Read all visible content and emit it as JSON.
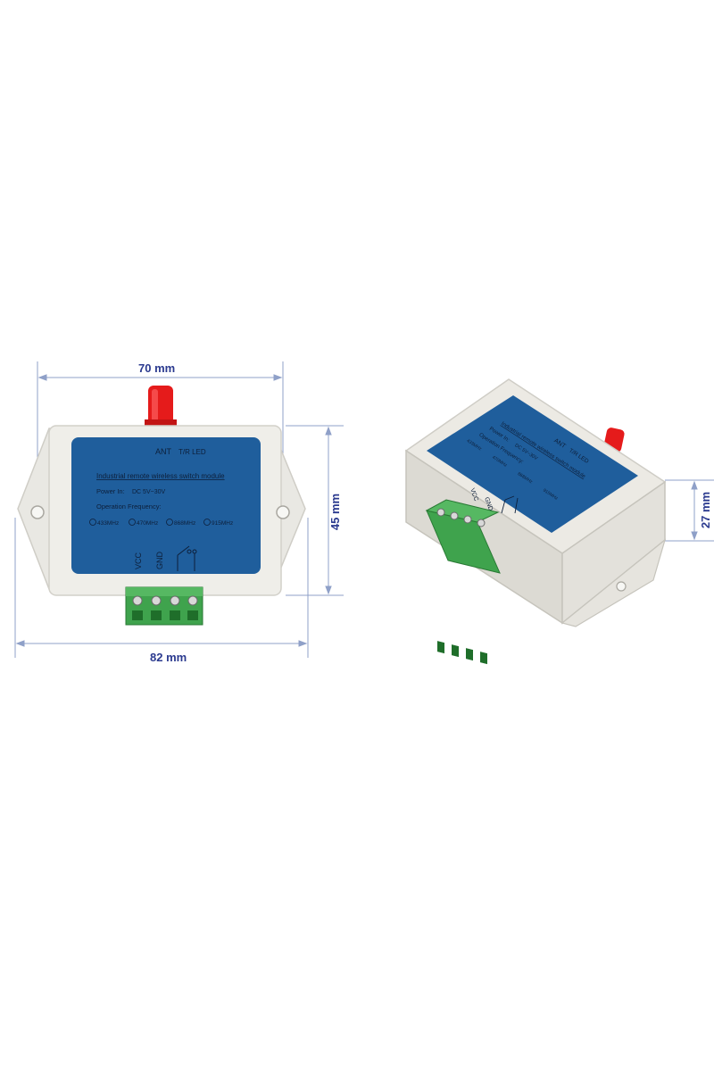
{
  "colors": {
    "background": "#ffffff",
    "housing": "#e9e8e3",
    "label_panel": "#1f5e9c",
    "antenna": "#e51b1b",
    "terminal": "#3fa34d",
    "dimension": "#2b3a8f"
  },
  "dimensions": {
    "width_top": "70 mm",
    "width_bottom": "82 mm",
    "height": "45 mm",
    "depth": "27 mm"
  },
  "front_view": {
    "header_ant": "ANT",
    "header_led": "T/R LED",
    "title": "Industrial remote wireless switch module",
    "power_label": "Power In:",
    "power_value": "DC 5V~30V",
    "frequency_label": "Operation Frequency:",
    "frequencies": [
      "433MHz",
      "470MHz",
      "868MHz",
      "915MHz"
    ],
    "pin_vcc": "VCC",
    "pin_gnd": "GND"
  },
  "angled_view": {
    "header_ant": "ANT",
    "header_led": "T/R LED",
    "title": "Industrial remote wireless switch module",
    "power_label": "Power In:",
    "power_value": "DC 5V~30V",
    "frequency_label": "Operation Frequency:",
    "frequencies": [
      "433MHz",
      "470MHz",
      "868MHz",
      "915MHz"
    ],
    "pin_vcc": "VCC",
    "pin_gnd": "GND"
  }
}
